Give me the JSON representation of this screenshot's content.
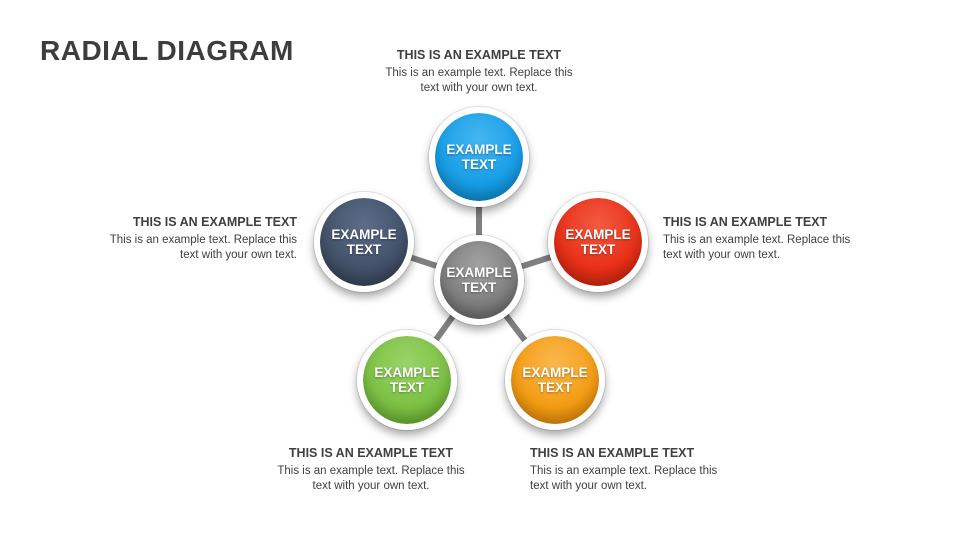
{
  "slide_title": "RADIAL DIAGRAM",
  "colors": {
    "background": "#ffffff",
    "title_text": "#3d3d3d",
    "callout_heading": "#3f3f3f",
    "callout_body": "#404040",
    "connector": "#7f7f7f",
    "node_label_text": "#ffffff",
    "node_ring": "#ffffff"
  },
  "center_node": {
    "label": "EXAMPLE TEXT",
    "color": "#7f7f7f",
    "color_light": "#a1a1a1",
    "color_dark": "#5f5f5f"
  },
  "nodes": [
    {
      "id": "top",
      "label": "EXAMPLE TEXT",
      "color": "#189ee6",
      "color_light": "#45b6f2",
      "color_dark": "#0a7fc0",
      "callout": {
        "heading": "THIS IS AN EXAMPLE TEXT",
        "body": "This is an example text. Replace this text with your own text."
      }
    },
    {
      "id": "right",
      "label": "EXAMPLE TEXT",
      "color": "#e93018",
      "color_light": "#f25a41",
      "color_dark": "#bd2106",
      "callout": {
        "heading": "THIS IS AN EXAMPLE TEXT",
        "body": "This is an example text. Replace this text with your own text."
      }
    },
    {
      "id": "left",
      "label": "EXAMPLE TEXT",
      "color": "#43526a",
      "color_light": "#5c6d88",
      "color_dark": "#2f3b4e",
      "callout": {
        "heading": "THIS IS AN EXAMPLE TEXT",
        "body": "This is an example text. Replace this text with your own text."
      }
    },
    {
      "id": "bottom-left",
      "label": "EXAMPLE TEXT",
      "color": "#7cc143",
      "color_light": "#99d368",
      "color_dark": "#5fa32c",
      "callout": {
        "heading": "THIS IS AN EXAMPLE TEXT",
        "body": "This is an example text. Replace this text with your own text."
      }
    },
    {
      "id": "bottom-right",
      "label": "EXAMPLE TEXT",
      "color": "#f49d15",
      "color_light": "#f9b74d",
      "color_dark": "#d57f04",
      "callout": {
        "heading": "THIS IS AN EXAMPLE TEXT",
        "body": "This is an example text. Replace this text with your own text."
      }
    }
  ]
}
